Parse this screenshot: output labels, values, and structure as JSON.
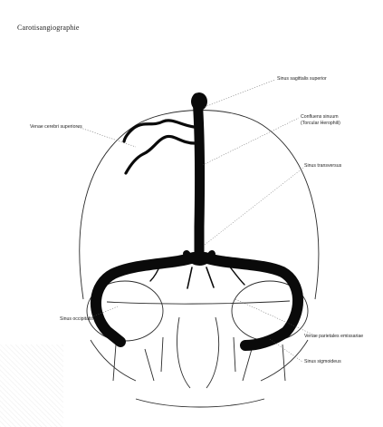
{
  "title": "Carotisangiographie",
  "labels": {
    "sinus_sagittalis_superior": "Sinus sagittalis superior",
    "venae_cerebri_superiores": "Venae cerebri superiores",
    "confluens_sinuum_1": "Confluens sinuum",
    "confluens_sinuum_2": "(Torcular Herophili)",
    "sinus_transversus": "Sinus transversus",
    "sinus_occipitalis": "Sinus occipitalis",
    "venae_parietales": "Venae parietales emissariae",
    "sinus_sigmoideus": "Sinus sigmoideus"
  },
  "colors": {
    "vessel": "#0a0a0a",
    "skull_line": "#2b2b2b",
    "leader": "#555555"
  }
}
